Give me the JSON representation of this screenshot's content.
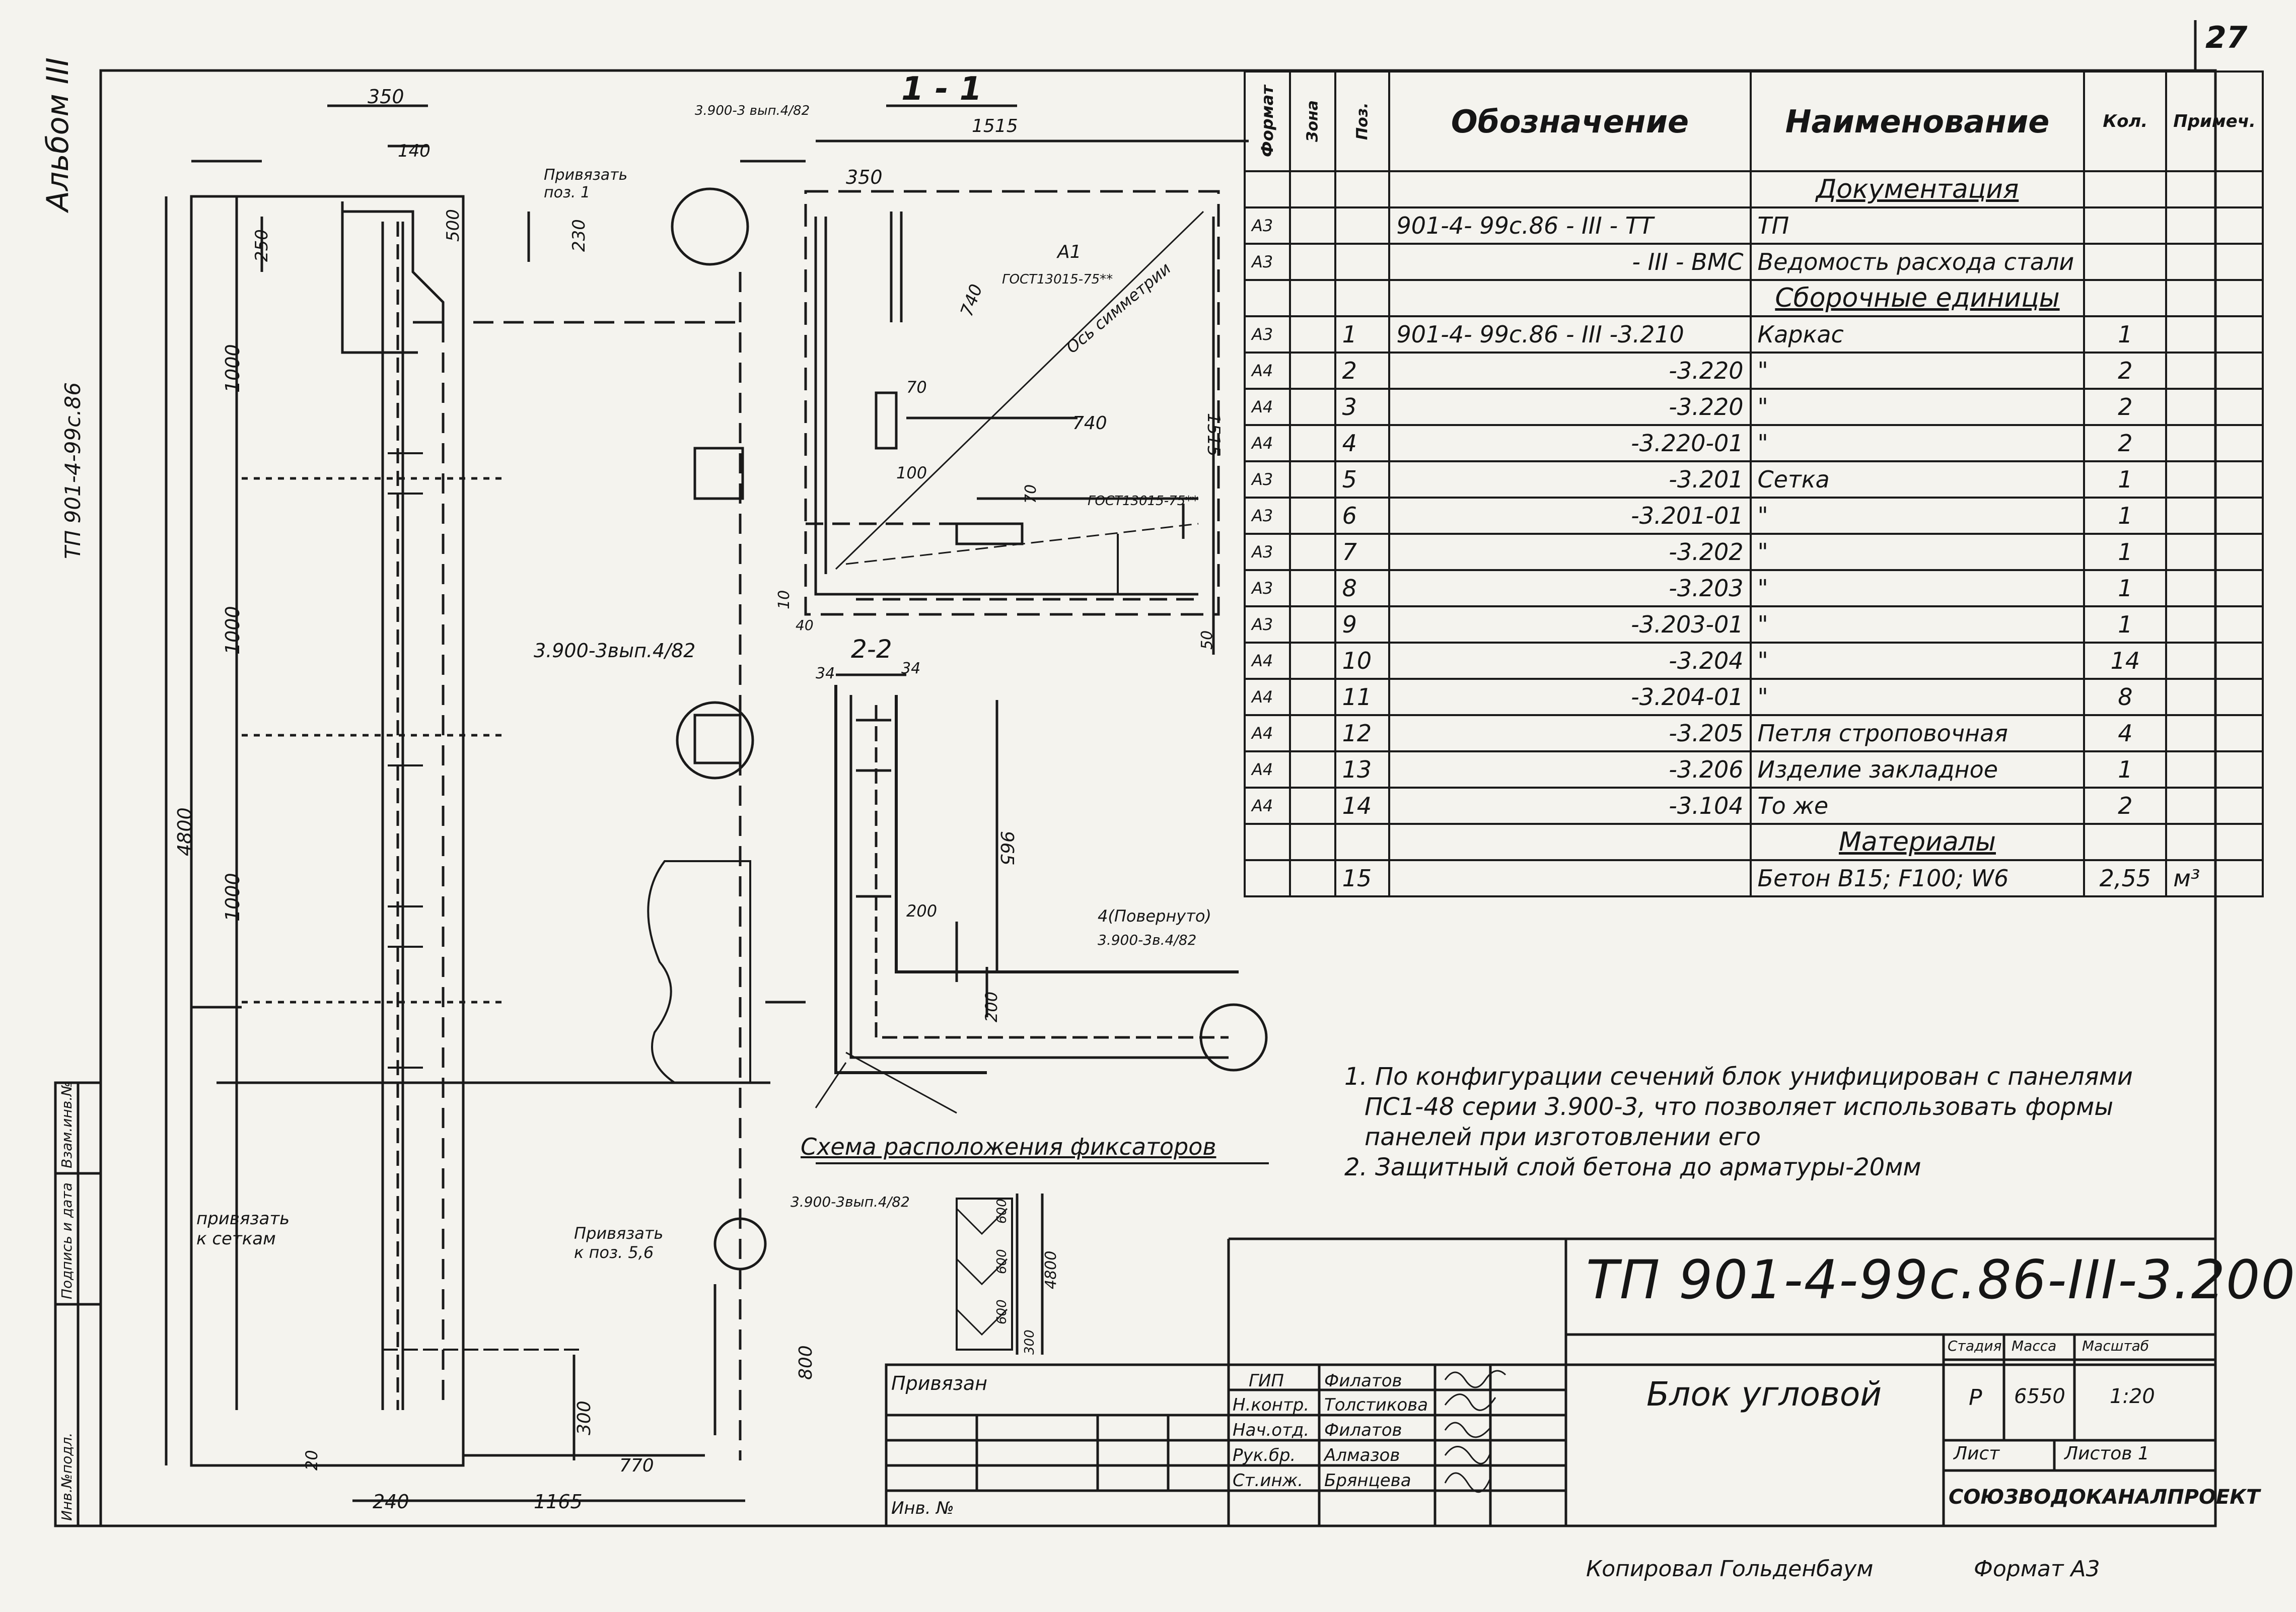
{
  "sheet_number": "27",
  "side_album": "Альбом III",
  "side_code": "ТП 901-4-99с.86",
  "section_title": "1 - 1",
  "section_2": "2-2",
  "scheme_title": "Схема расположения фиксаторов",
  "spec_headers": {
    "format": "Формат",
    "zone": "Зона",
    "pos": "Поз.",
    "designation": "Обозначение",
    "name": "Наименование",
    "qty": "Кол.",
    "note": "Примеч."
  },
  "spec_rows": [
    {
      "format": "",
      "pos": "",
      "designation": "",
      "name": "Документация",
      "qty": "",
      "note": "",
      "section": true
    },
    {
      "format": "А3",
      "pos": "",
      "designation": "901-4- 99с.86 - III - ТТ",
      "name": "ТП",
      "qty": "",
      "note": ""
    },
    {
      "format": "А3",
      "pos": "",
      "designation": "- III - ВМС",
      "name": "Ведомость расхода стали",
      "qty": "",
      "note": ""
    },
    {
      "format": "",
      "pos": "",
      "designation": "",
      "name": "Сборочные единицы",
      "qty": "",
      "note": "",
      "section": true
    },
    {
      "format": "А3",
      "pos": "1",
      "designation": "901-4- 99с.86 - III -3.210",
      "name": "Каркас",
      "qty": "1",
      "note": ""
    },
    {
      "format": "А4",
      "pos": "2",
      "designation": "-3.220",
      "name": "\"",
      "qty": "2",
      "note": ""
    },
    {
      "format": "А4",
      "pos": "3",
      "designation": "-3.220",
      "name": "\"",
      "qty": "2",
      "note": ""
    },
    {
      "format": "А4",
      "pos": "4",
      "designation": "-3.220-01",
      "name": "\"",
      "qty": "2",
      "note": ""
    },
    {
      "format": "А3",
      "pos": "5",
      "designation": "-3.201",
      "name": "Сетка",
      "qty": "1",
      "note": ""
    },
    {
      "format": "А3",
      "pos": "6",
      "designation": "-3.201-01",
      "name": "\"",
      "qty": "1",
      "note": ""
    },
    {
      "format": "А3",
      "pos": "7",
      "designation": "-3.202",
      "name": "\"",
      "qty": "1",
      "note": ""
    },
    {
      "format": "А3",
      "pos": "8",
      "designation": "-3.203",
      "name": "\"",
      "qty": "1",
      "note": ""
    },
    {
      "format": "А3",
      "pos": "9",
      "designation": "-3.203-01",
      "name": "\"",
      "qty": "1",
      "note": ""
    },
    {
      "format": "А4",
      "pos": "10",
      "designation": "-3.204",
      "name": "\"",
      "qty": "14",
      "note": ""
    },
    {
      "format": "А4",
      "pos": "11",
      "designation": "-3.204-01",
      "name": "\"",
      "qty": "8",
      "note": ""
    },
    {
      "format": "А4",
      "pos": "12",
      "designation": "-3.205",
      "name": "Петля строповочная",
      "qty": "4",
      "note": ""
    },
    {
      "format": "А4",
      "pos": "13",
      "designation": "-3.206",
      "name": "Изделие закладное",
      "qty": "1",
      "note": ""
    },
    {
      "format": "А4",
      "pos": "14",
      "designation": "-3.104",
      "name": "То же",
      "qty": "2",
      "note": ""
    },
    {
      "format": "",
      "pos": "",
      "designation": "",
      "name": "Материалы",
      "qty": "",
      "note": "",
      "section": true
    },
    {
      "format": "",
      "pos": "15",
      "designation": "",
      "name": "Бетон В15; F100; W6",
      "qty": "2,55",
      "note": "м³"
    }
  ],
  "notes": [
    "1. По конфигурации сечений блок унифицирован с панелями",
    "ПС1-48 серии 3.900-3, что позволяет использовать формы",
    "панелей при изготовлении его",
    "2. Защитный слой бетона до арматуры-20мм"
  ],
  "title_block": {
    "code": "ТП 901-4-99с.86-III-3.200",
    "name": "Блок угловой",
    "stage_label": "Стадия",
    "mass_label": "Масса",
    "scale_label": "Масштаб",
    "stage": "Р",
    "mass": "6550",
    "scale": "1:20",
    "sheet_label": "Лист",
    "sheets_label": "Листов 1",
    "org": "СОЮЗВОДОКАНАЛПРОЕКТ",
    "bind_label": "Привязан",
    "inv_label": "Инв. №",
    "roles": [
      "ГИП",
      "Н.контр.",
      "Нач.отд.",
      "Рук.бр.",
      "Ст.инж."
    ],
    "people": [
      "Филатов",
      "Толстикова",
      "Филатов",
      "Алмазов",
      "Брянцева"
    ]
  },
  "left_stamp": [
    "Инв.№подл.",
    "Подпись и дата",
    "Взам.инв.№"
  ],
  "footer_copied": "Копировал Гольденбаум",
  "footer_format": "Формат А3",
  "dims": {
    "d350": "350",
    "d140": "140",
    "d250": "250",
    "d500": "500",
    "d230": "230",
    "d1000a": "1000",
    "d1000b": "1000",
    "d1000c": "1000",
    "d4800": "4800",
    "d1515": "1515",
    "d1515v": "1515",
    "d350b": "350",
    "d740": "740",
    "d740v": "740",
    "d70": "70",
    "d100": "100",
    "d70b": "70",
    "d50": "50",
    "d34": "34",
    "d34b": "34",
    "d965": "965",
    "d200": "200",
    "d200v": "200",
    "d300": "300",
    "d800": "800",
    "d770": "770",
    "d20": "20",
    "d240": "240",
    "d1165": "1165",
    "d10": "10",
    "d40": "40",
    "d600a": "600",
    "d600b": "600",
    "d600c": "600",
    "d4800b": "4800",
    "d300b": "300"
  },
  "callouts": {
    "ref_1": "3.900-3 вып.4/82",
    "ref_6": "3.900-3вып.4/82",
    "ref_3": "3.900-3вып.4/82",
    "ref_4": "3.900-3в.4/82",
    "tie_note": "Привязать поз. 1",
    "tie_5_6": "Привязать к поз. 5,6",
    "tie_nets": "привязать к сеткам",
    "a1_note": "А1",
    "gost": "ГОСТ13015-75**",
    "axis": "Ось симметрии",
    "rotated": "4(Повернуто)"
  }
}
